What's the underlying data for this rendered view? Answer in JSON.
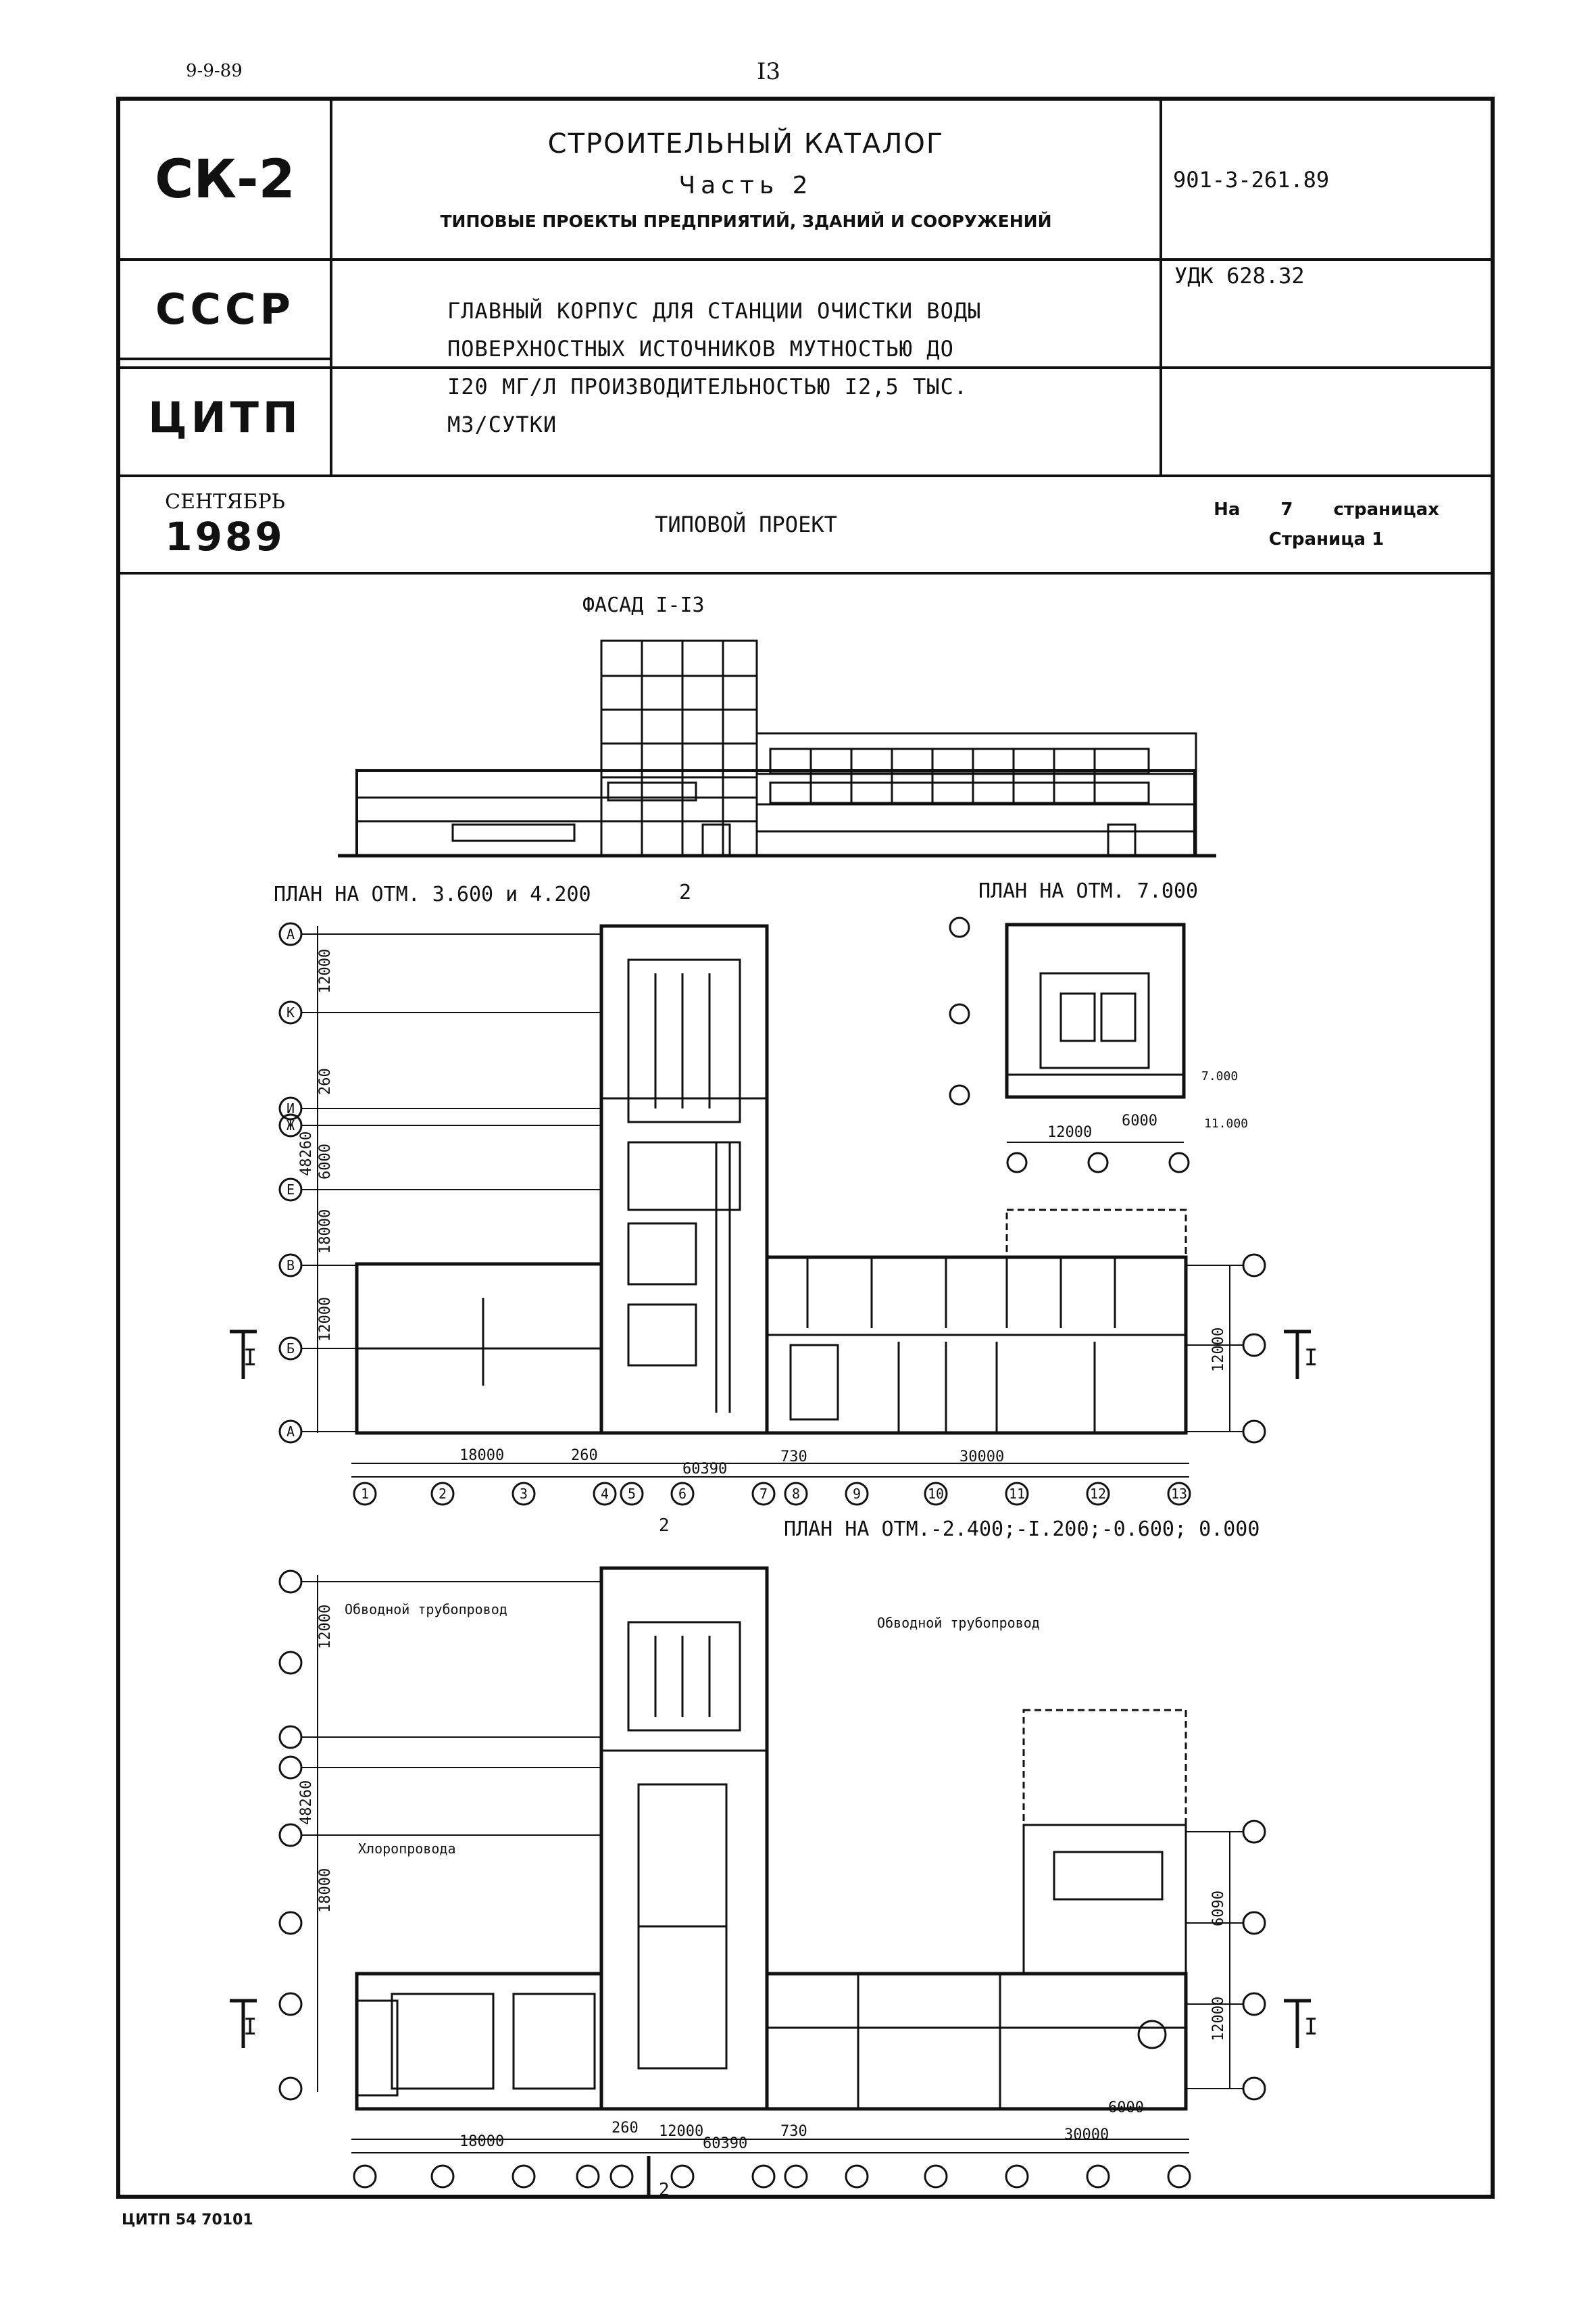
{
  "header": {
    "date_code": "9-9-89",
    "page_number": "I3"
  },
  "title_block": {
    "logo": "СК-2",
    "catalog_title": "СТРОИТЕЛЬНЫЙ КАТАЛОГ",
    "catalog_part": "Часть 2",
    "catalog_subtitle": "ТИПОВЫЕ ПРОЕКТЫ ПРЕДПРИЯТИЙ, ЗДАНИЙ И СООРУЖЕНИЙ",
    "project_code": "901-3-261.89",
    "country": "СССР",
    "org": "ЦИТП",
    "udk": "УДК 628.32",
    "project_title_lines": [
      "ГЛАВНЫЙ КОРПУС ДЛЯ СТАНЦИИ ОЧИСТКИ ВОДЫ",
      "ПОВЕРХНОСТНЫХ ИСТОЧНИКОВ МУТНОСТЬЮ   ДО",
      "I20 МГ/Л  ПРОИЗВОДИТЕЛЬНОСТЬЮ  I2,5 ТЫС.",
      "М3/СУТКИ"
    ],
    "month": "СЕНТЯБРЬ",
    "year": "1989",
    "doc_type": "ТИПОВОЙ  ПРОЕКТ",
    "pages_prefix": "На",
    "pages_count": "7",
    "pages_suffix": "страницах",
    "page_label": "Страница 1"
  },
  "drawing": {
    "facade_title": "ФАСАД I-I3",
    "plan1_title": "ПЛАН НА ОТМ. 3.600 и 4.200",
    "plan1_section": "2",
    "plan2_title": "ПЛАН НА ОТМ. 7.000",
    "plan3_title": "ПЛАН НА ОТМ.-2.400;-I.200;-0.600; 0.000",
    "bypass_left": "Обводной трубопровод",
    "bypass_right": "Обводной трубопровод",
    "chlorine_line": "Хлоропровода",
    "axes_rows": [
      "А",
      "К",
      "И",
      "Ж",
      "Е",
      "В",
      "Б",
      "А"
    ],
    "axes_cols": [
      "1",
      "2",
      "3",
      "4",
      "5",
      "6",
      "7",
      "8",
      "9",
      "10",
      "11",
      "12",
      "13"
    ],
    "dims": {
      "d18000": "18000",
      "d260": "260",
      "d730": "730",
      "d30000": "30000",
      "d60390": "60390",
      "d12000": "12000",
      "d6000": "6000",
      "d48260": "48260",
      "d6090": "6090",
      "elev_7000": "7.000",
      "elev_11000": "11.000"
    },
    "cut_mark": "I",
    "section_mark": "2"
  },
  "footer": {
    "code": "ЦИТП 54 70101"
  }
}
